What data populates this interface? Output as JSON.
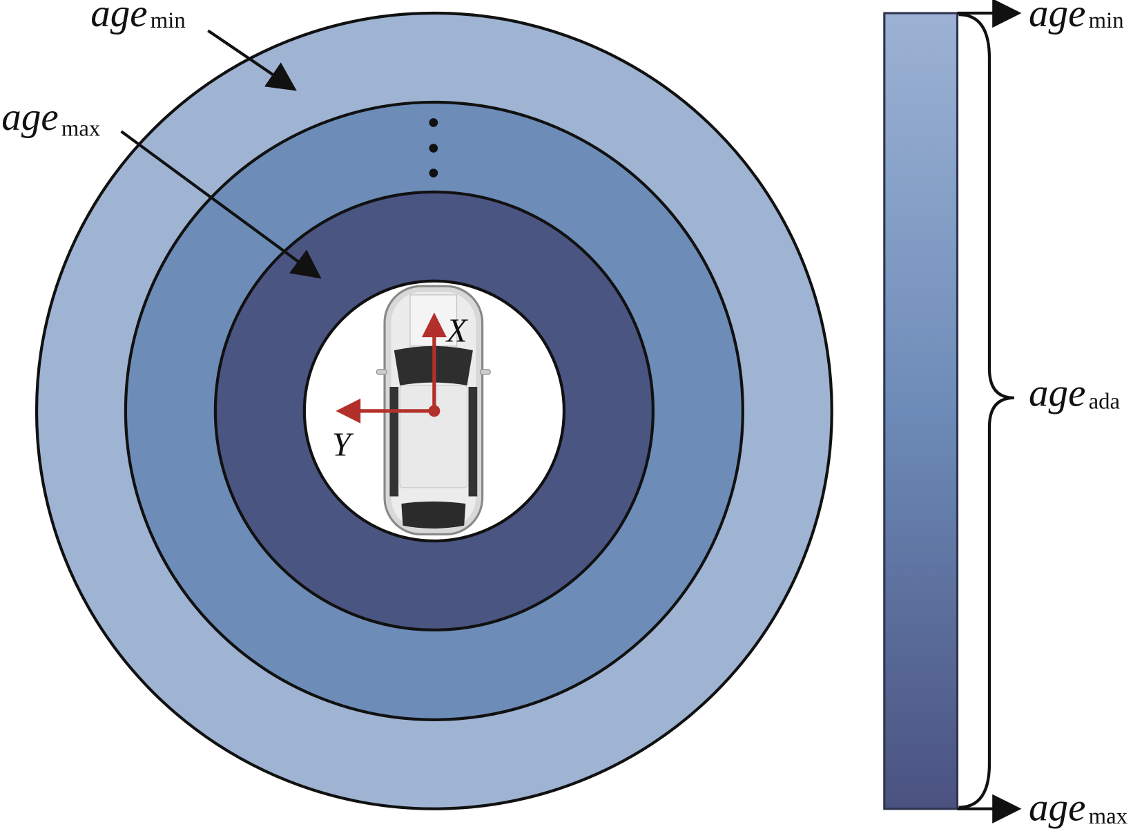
{
  "colors": {
    "ring_outer": "#9fb4d3",
    "ring_middle": "#6d8db8",
    "ring_inner": "#4a5582",
    "bar_top": "#9cb2d4",
    "bar_bottom": "#4a5280",
    "axis_red": "#b3302a"
  },
  "circle_labels": {
    "outer": {
      "base": "age",
      "sub": "min"
    },
    "inner": {
      "base": "age",
      "sub": "max"
    }
  },
  "axes": {
    "x": "X",
    "y": "Y"
  },
  "scale_labels": {
    "top": {
      "base": "age",
      "sub": "min"
    },
    "middle": {
      "base": "age",
      "sub": "ada"
    },
    "bottom": {
      "base": "age",
      "sub": "max"
    }
  }
}
